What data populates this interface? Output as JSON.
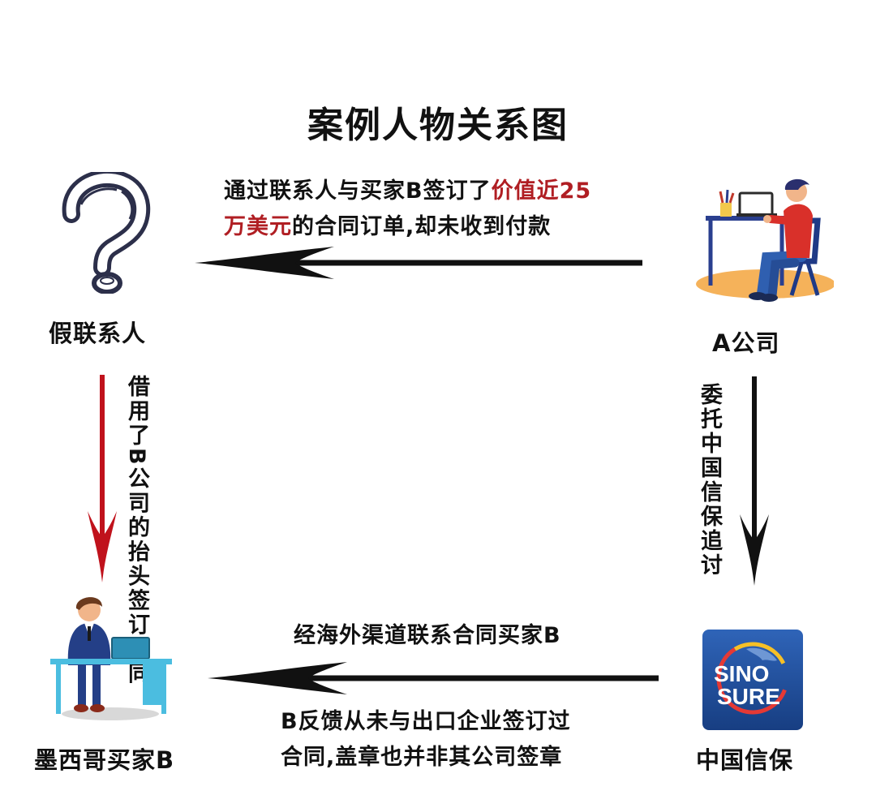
{
  "title": "案例人物关系图",
  "nodes": {
    "fake_contact": "假联系人",
    "company_a": "A公司",
    "mexico_buyer": "墨西哥买家B",
    "sinosure": "中国信保"
  },
  "logo": {
    "line1": "SINO",
    "line2": "SURE"
  },
  "edges": {
    "a_to_fake": {
      "line1_prefix": "通过联系人与买家B签订了",
      "line1_highlight": "价值近25",
      "line2_highlight": "万美元",
      "line2_suffix": "的合同订单,却未收到付款"
    },
    "a_to_sinosure": "委托中国信保追讨",
    "fake_to_buyer_col1": "借用了B公司的抬头",
    "fake_to_buyer_col2": "签订合同",
    "sinosure_to_buyer_top": "经海外渠道联系合同买家B",
    "sinosure_to_buyer_bottom_1": "B反馈从未与出口企业签订过",
    "sinosure_to_buyer_bottom_2": "合同,盖章也并非其公司签章"
  },
  "colors": {
    "highlight": "#b01e23",
    "arrow_black": "#111111",
    "arrow_red": "#c0121c",
    "logo_blue": "#1f4e9a"
  }
}
